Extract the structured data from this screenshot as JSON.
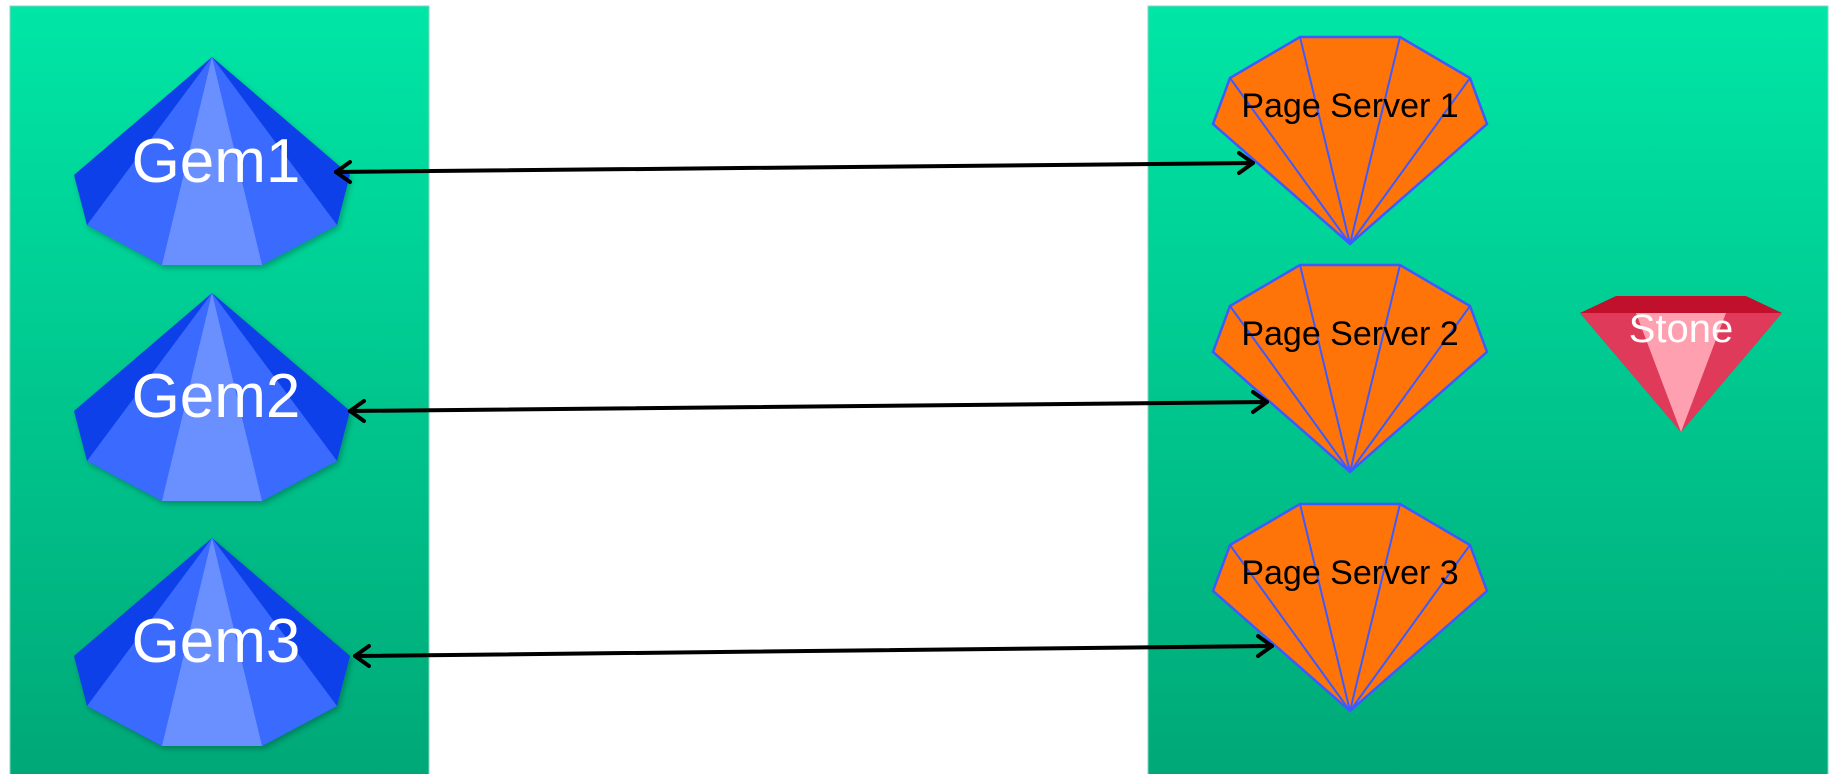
{
  "colors": {
    "panel_top": "#00e6a6",
    "panel_bottom": "#00a877",
    "gem_blue_dark": "#0a3fe8",
    "gem_blue_mid": "#3b6bff",
    "gem_blue_light": "#6a90ff",
    "gem_orange": "#ff7408",
    "gem_orange_edge": "#3b5bff",
    "stone_dark": "#c0102c",
    "stone_mid": "#e03a5a",
    "stone_light": "#ffa0b0",
    "arrow": "#000000"
  },
  "gems": [
    {
      "label": "Gem1"
    },
    {
      "label": "Gem2"
    },
    {
      "label": "Gem3"
    }
  ],
  "page_servers": [
    {
      "label": "Page Server 1"
    },
    {
      "label": "Page Server 2"
    },
    {
      "label": "Page Server 3"
    }
  ],
  "stone": {
    "label": "Stone"
  }
}
